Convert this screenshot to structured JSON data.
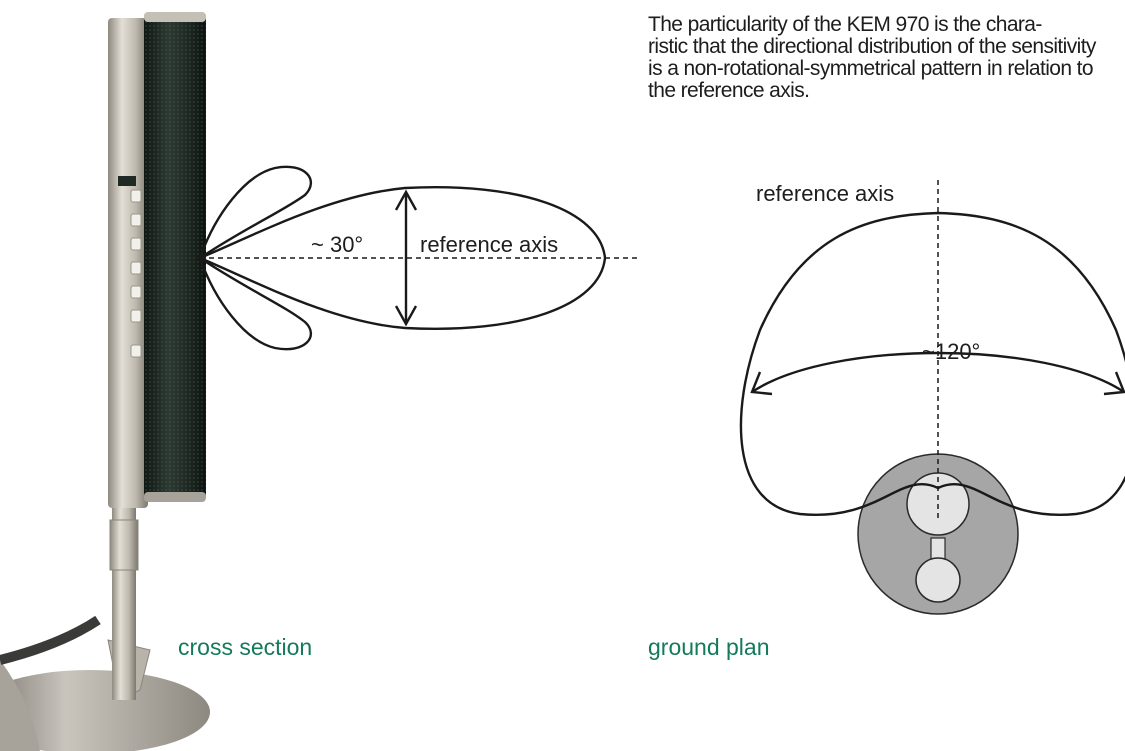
{
  "description": {
    "lines": [
      "The particularity of the KEM 970 is the chara-",
      "ristic that the directional distribution of the sensitivity",
      "is a non-rotational-symmetrical pattern in relation to",
      "the reference axis."
    ]
  },
  "cross_section": {
    "caption": "cross section",
    "axis_label": "reference axis",
    "angle_label": "~ 30°"
  },
  "ground_plan": {
    "caption": "ground plan",
    "axis_label": "reference axis",
    "angle_label": "~120°"
  },
  "colors": {
    "caption_green": "#137a5a",
    "text": "#1d1d1d",
    "mesh_dark": "#1f2b24",
    "metal": "#b8b3a8",
    "capsule_gray": "#a6a6a6",
    "capsule_light": "#e4e4e4"
  }
}
